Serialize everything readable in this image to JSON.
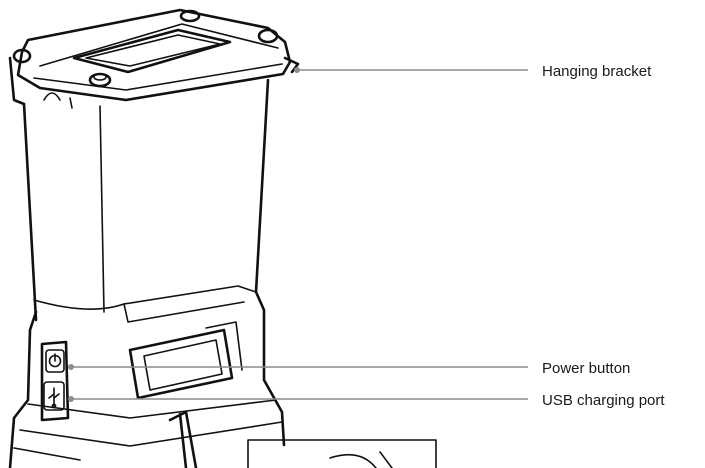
{
  "callouts": {
    "hanging_bracket": "Hanging bracket",
    "power_button": "Power button",
    "usb_charging_port": "USB charging port"
  },
  "colors": {
    "line": "#111111",
    "leader": "#8c8c8c",
    "background": "#ffffff"
  },
  "icons": [
    "power-icon",
    "usb-icon"
  ]
}
